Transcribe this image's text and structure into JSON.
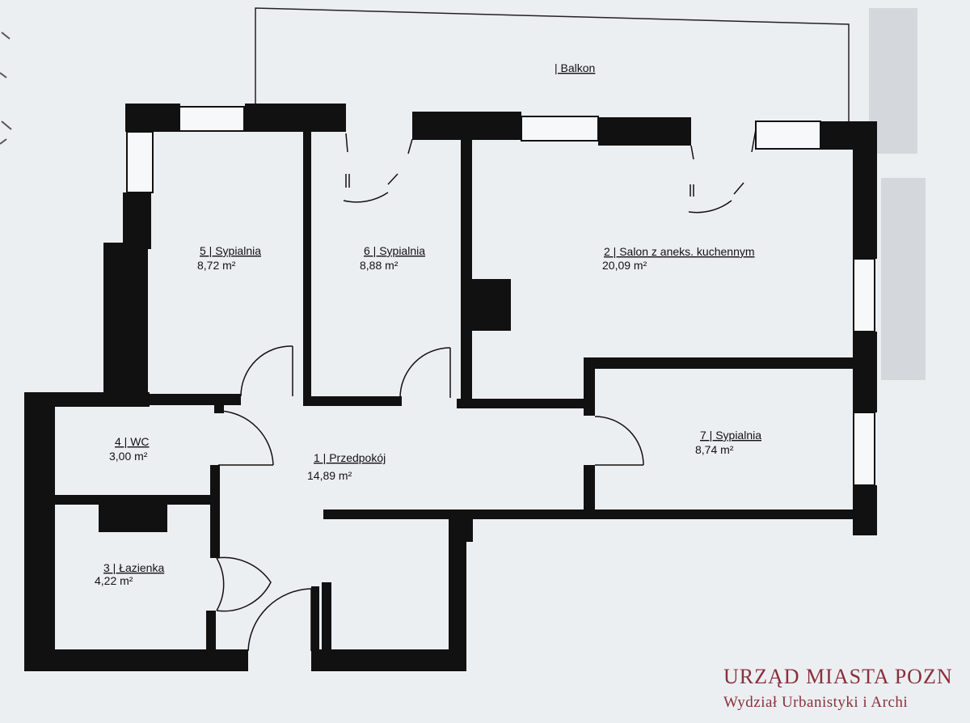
{
  "balcony": {
    "label": "| Balkon"
  },
  "rooms": [
    {
      "id": "1",
      "name": "1 | Przedpokój",
      "area": "14,89 m²"
    },
    {
      "id": "2",
      "name": "2 | Salon z aneks. kuchennym",
      "area": "20,09 m²"
    },
    {
      "id": "3",
      "name": "3 | Łazienka",
      "area": "4,22 m²"
    },
    {
      "id": "4",
      "name": "4 | WC",
      "area": "3,00 m²"
    },
    {
      "id": "5",
      "name": "5 | Sypialnia",
      "area": "8,72 m²"
    },
    {
      "id": "6",
      "name": "6 | Sypialnia",
      "area": "8,88 m²"
    },
    {
      "id": "7",
      "name": "7 | Sypialnia",
      "area": "8,74 m²"
    }
  ],
  "office": {
    "name": "URZĄD MIASTA POZN",
    "department": "Wydział Urbanistyki i Archi"
  },
  "colors": {
    "wall": "#111111",
    "paper": "#eceff2",
    "stamp": "#8a2f3b"
  }
}
